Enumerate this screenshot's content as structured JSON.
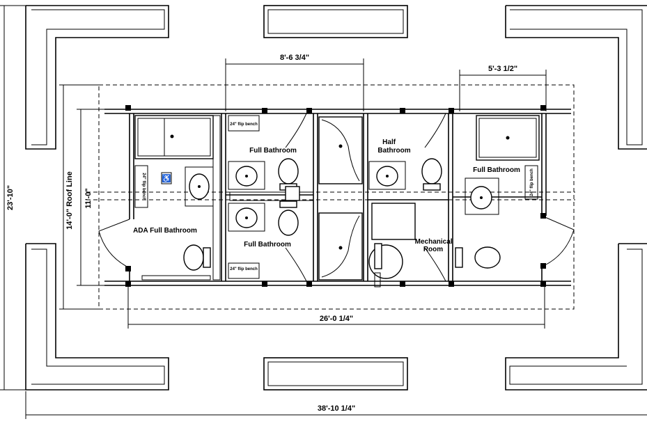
{
  "dimensions": {
    "top_center": "8'-6 3/4\"",
    "top_right": "5'-3 1/2\"",
    "bottom_inner": "26'-0 1/4\"",
    "bottom_outer": "38'-10 1/4\"",
    "left_outer": "23'-10\"",
    "left_roof": "14'-0\" Roof Line",
    "left_inner": "11'-0\""
  },
  "rooms": {
    "ada_full_bathroom": "ADA Full Bathroom",
    "full_bathroom_upper": "Full Bathroom",
    "full_bathroom_lower": "Full Bathroom",
    "half_bathroom": "Half\nBathroom",
    "mechanical_room": "Mechanical\nRoom",
    "full_bathroom_right": "Full Bathroom"
  },
  "notes": {
    "bench_upper": "24\" flip bench",
    "bench_lower": "24\" flip bench",
    "bench_right": "24\" flip bench",
    "bench_left": "24\" flip bench"
  }
}
